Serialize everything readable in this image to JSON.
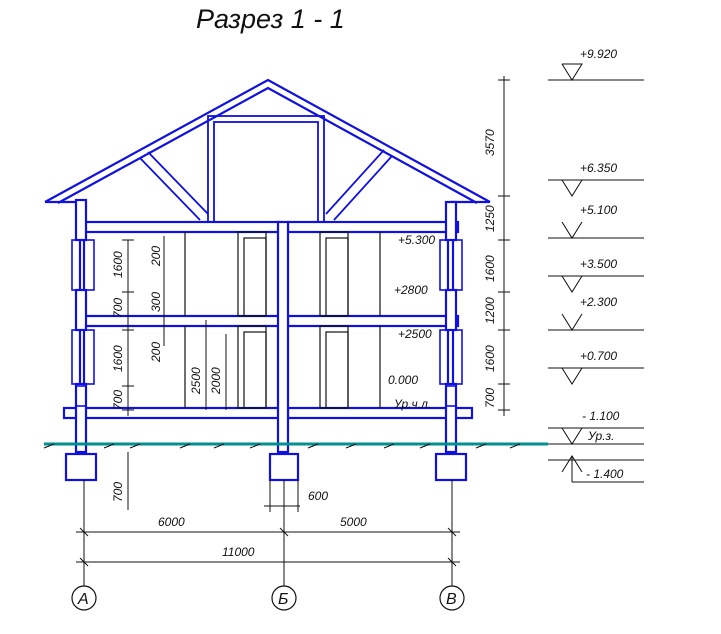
{
  "title": "Разрез 1 - 1",
  "colors": {
    "structure": "#1010e0",
    "ground": "#009090",
    "lines": "#111111"
  },
  "levels": {
    "l1": "+9.920",
    "l2": "+6.350",
    "l3": "+5.100",
    "l4": "+3.500",
    "l5": "+2.300",
    "l6": "+0.700",
    "l7": "- 1.100",
    "l8": "Ур.з.",
    "l9": "- 1.400"
  },
  "inner_levels": {
    "a": "+5.300",
    "b": "+2800",
    "c": "+2500",
    "d": "0.000",
    "e": "Ур.ч.л."
  },
  "right_dims": {
    "d1": "3570",
    "d2": "1250",
    "d3": "1600",
    "d4": "1200",
    "d5": "1600",
    "d6": "700"
  },
  "left_dims": {
    "a": "1600",
    "b": "700",
    "c": "1600",
    "d": "700",
    "e": "700"
  },
  "inner_dims": {
    "a": "200",
    "b": "300",
    "c": "200",
    "d": "2500",
    "e": "2000"
  },
  "bottom_dims": {
    "a": "600",
    "b": "6000",
    "c": "5000",
    "d": "11000"
  },
  "axes": {
    "a": "А",
    "b": "Б",
    "c": "В"
  }
}
